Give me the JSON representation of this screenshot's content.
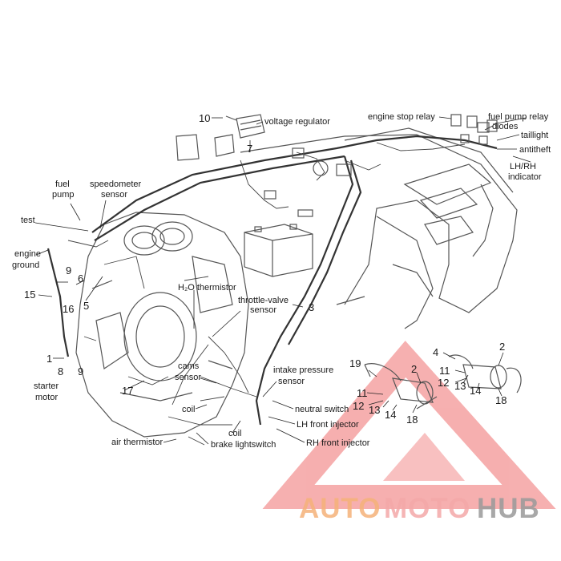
{
  "labels": {
    "voltage_regulator": "voltage regulator",
    "engine_stop_relay": "engine stop relay",
    "fuel_pump_relay": "fuel pump relay",
    "diodes": "diodes",
    "taillight": "taillight",
    "antitheft": "antitheft",
    "lh_rh_indicator_1": "LH/RH",
    "lh_rh_indicator_2": "indicator",
    "fuel_pump_1": "fuel",
    "fuel_pump_2": "pump",
    "speedometer_sensor_1": "speedometer",
    "speedometer_sensor_2": "sensor",
    "test": "test",
    "engine_ground_1": "engine",
    "engine_ground_2": "ground",
    "h2o_thermistor": "H₂O thermistor",
    "throttle_valve_sensor_1": "throttle-valve",
    "throttle_valve_sensor_2": "sensor",
    "cams_sensor_1": "cams",
    "cams_sensor_2": "sensor",
    "intake_pressure_sensor_1": "intake pressure",
    "intake_pressure_sensor_2": "sensor",
    "neutral_switch": "neutral switch",
    "lh_front_injector": "LH front injector",
    "rh_front_injector": "RH front injector",
    "brake_lightswitch": "brake lightswitch",
    "air_thermistor": "air thermistor",
    "coil_1": "coil",
    "coil_2": "coil",
    "starter_motor_1": "starter",
    "starter_motor_2": "motor"
  },
  "numbers": {
    "n10": "10",
    "n7": "7",
    "n9a": "9",
    "n6": "6",
    "n16": "16",
    "n5": "5",
    "n15": "15",
    "n3": "3",
    "n1": "1",
    "n8": "8",
    "n9b": "9",
    "n17": "17",
    "n19": "19",
    "n2a": "2",
    "n11a": "11",
    "n12a": "12",
    "n13a": "13",
    "n14a": "14",
    "n18a": "18",
    "n4": "4",
    "n2b": "2",
    "n11b": "11",
    "n12b": "12",
    "n13b": "13",
    "n14b": "14",
    "n18b": "18"
  },
  "watermark": {
    "auto": "AUTO",
    "moto": "MOTO",
    "hub": "HUB"
  },
  "colors": {
    "watermark_orange": "#f5b27a",
    "watermark_pink": "#f4a9a9",
    "watermark_gray": "#9a9a9a",
    "watermark_triangle": "#ef6f6f",
    "line_art": "#444444"
  }
}
